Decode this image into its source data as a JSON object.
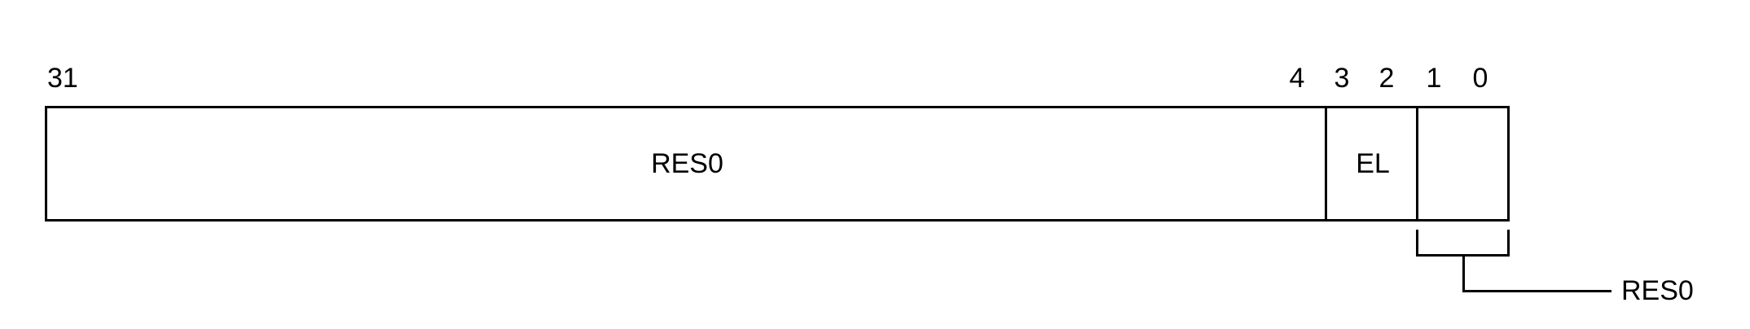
{
  "register": {
    "bit_labels": {
      "b31": "31",
      "b4": "4",
      "b3": "3",
      "b2": "2",
      "b1": "1",
      "b0": "0"
    },
    "fields": [
      {
        "name": "RES0",
        "bits": "31:4"
      },
      {
        "name": "EL",
        "bits": "3:2"
      },
      {
        "name": "",
        "bits": "1:0"
      }
    ],
    "callout": {
      "label": "RES0",
      "bits": "1:0"
    }
  },
  "colors": {
    "line": "#000000",
    "background": "#ffffff"
  }
}
